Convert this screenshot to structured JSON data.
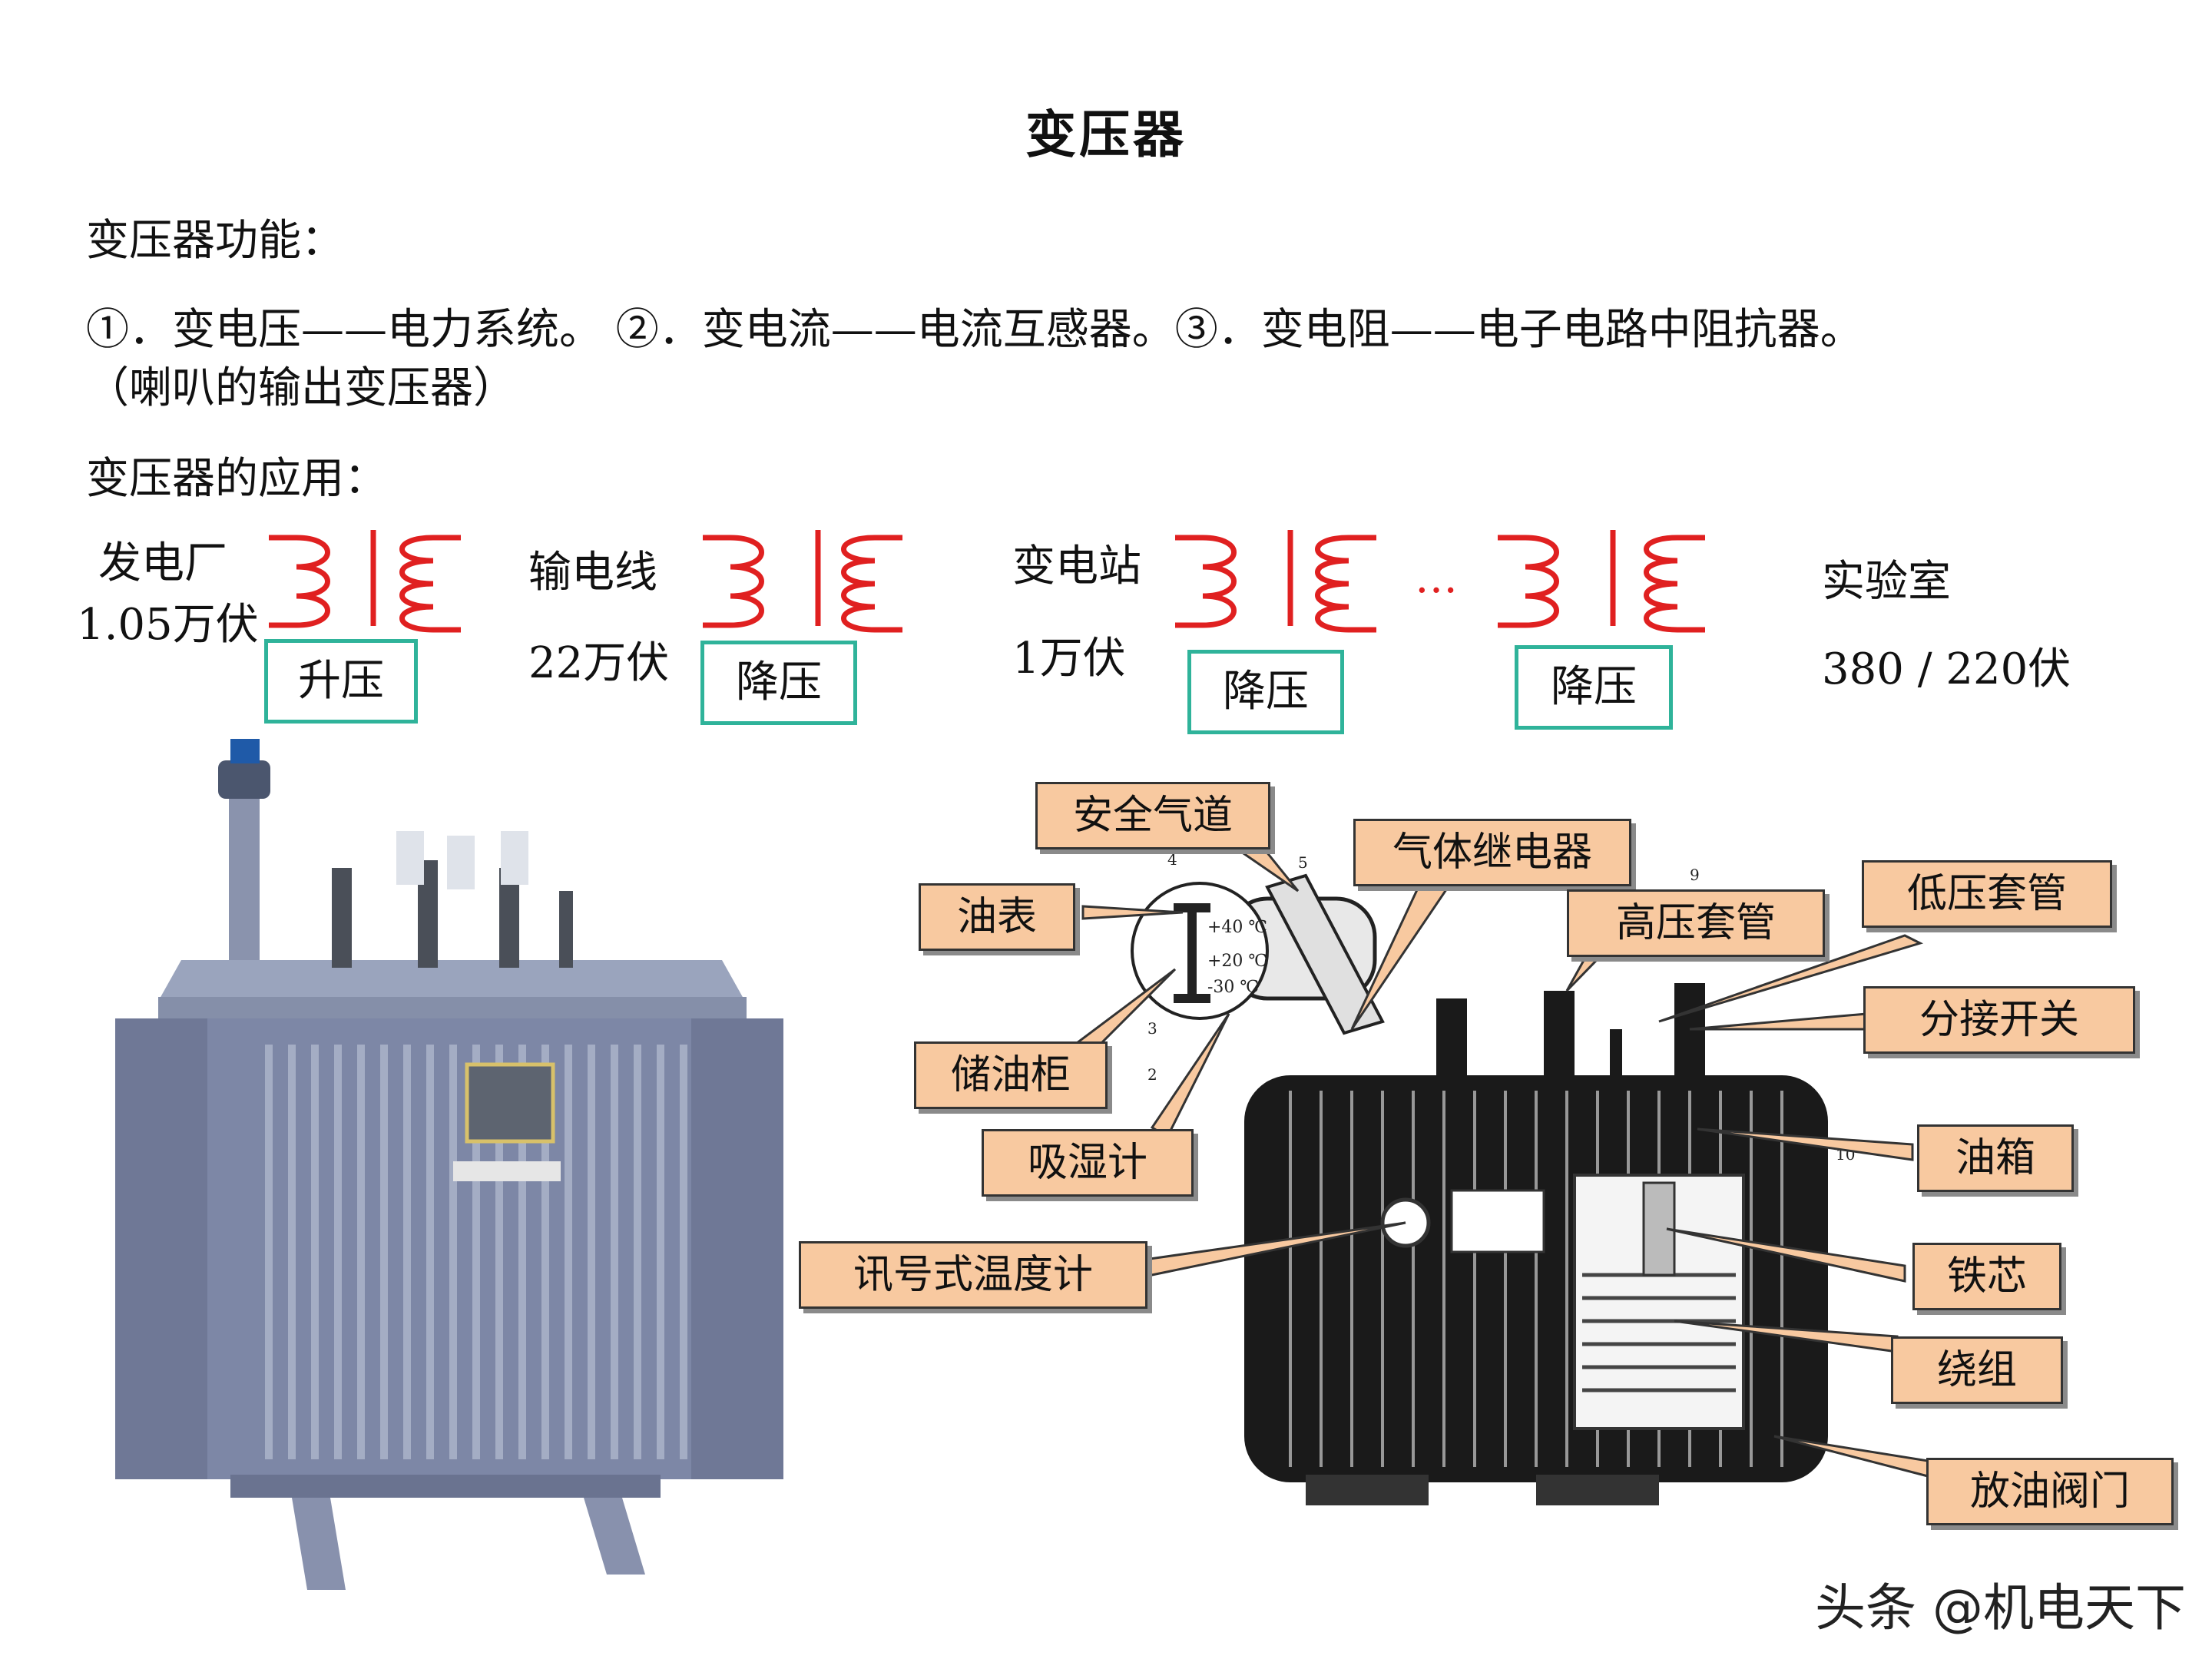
{
  "title": "变压器",
  "functions": {
    "heading": "变压器功能：",
    "line1": "①．变电压——电力系统。 ②．变电流——电流互感器。③．变电阻——电子电路中阻抗器。",
    "line2": "（喇叭的输出变压器）"
  },
  "applications": {
    "heading": "变压器的应用：",
    "stages": [
      {
        "name": "发电厂",
        "voltage": "1.05万伏"
      },
      {
        "name": "输电线",
        "voltage": "22万伏"
      },
      {
        "name": "变电站",
        "voltage": "1万伏"
      },
      {
        "name": "实验室",
        "voltage": "380 / 220伏"
      }
    ],
    "steps": [
      "升压",
      "降压",
      "降压",
      "降压"
    ],
    "ellipsis": "…"
  },
  "callouts": [
    "安全气道",
    "气体继电器",
    "油表",
    "高压套管",
    "低压套管",
    "储油柜",
    "分接开关",
    "吸湿计",
    "油箱",
    "讯号式温度计",
    "铁芯",
    "绕组",
    "放油阀门"
  ],
  "diagram_marks": {
    "gauge_top": "+40 ℃",
    "gauge_mid": "+20 ℃",
    "gauge_bot": "-30 ℃",
    "n2": "2",
    "n3": "3",
    "n4": "4",
    "n5": "5",
    "n9": "9",
    "n10": "10"
  },
  "footer": "头条 @机电天下",
  "colors": {
    "coil": "#e02020",
    "box_border": "#2fb39a",
    "callout_fill": "#f8c9a0",
    "transformer_body": "#7d87a6"
  }
}
